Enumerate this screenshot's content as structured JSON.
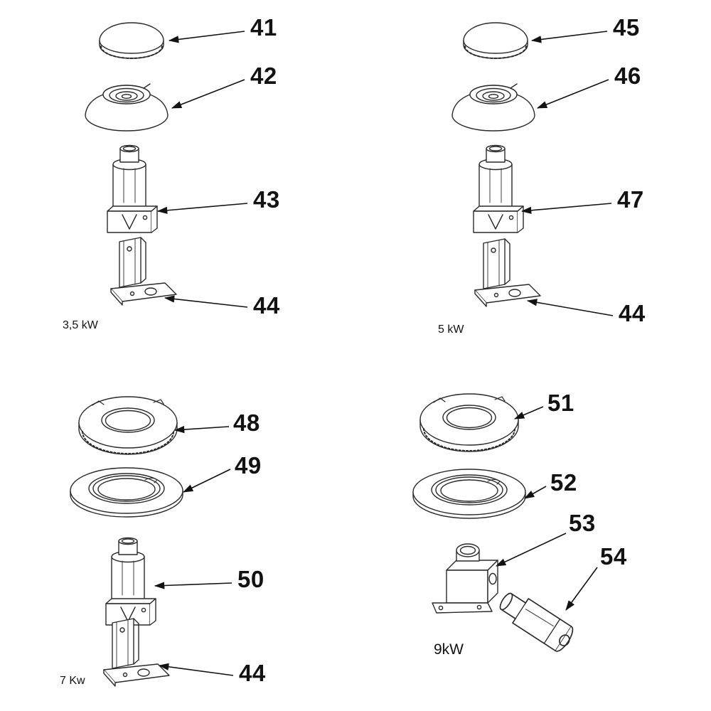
{
  "diagram": {
    "assemblies": [
      {
        "caption": "3,5 kW",
        "parts": [
          {
            "number": "41"
          },
          {
            "number": "42"
          },
          {
            "number": "43"
          },
          {
            "number": "44"
          }
        ]
      },
      {
        "caption": "5 kW",
        "parts": [
          {
            "number": "45"
          },
          {
            "number": "46"
          },
          {
            "number": "47"
          },
          {
            "number": "44"
          }
        ]
      },
      {
        "caption": "7 Kw",
        "parts": [
          {
            "number": "48"
          },
          {
            "number": "49"
          },
          {
            "number": "50"
          },
          {
            "number": "44"
          }
        ]
      },
      {
        "caption": "9kW",
        "parts": [
          {
            "number": "51"
          },
          {
            "number": "52"
          },
          {
            "number": "53"
          },
          {
            "number": "54"
          }
        ]
      }
    ]
  }
}
